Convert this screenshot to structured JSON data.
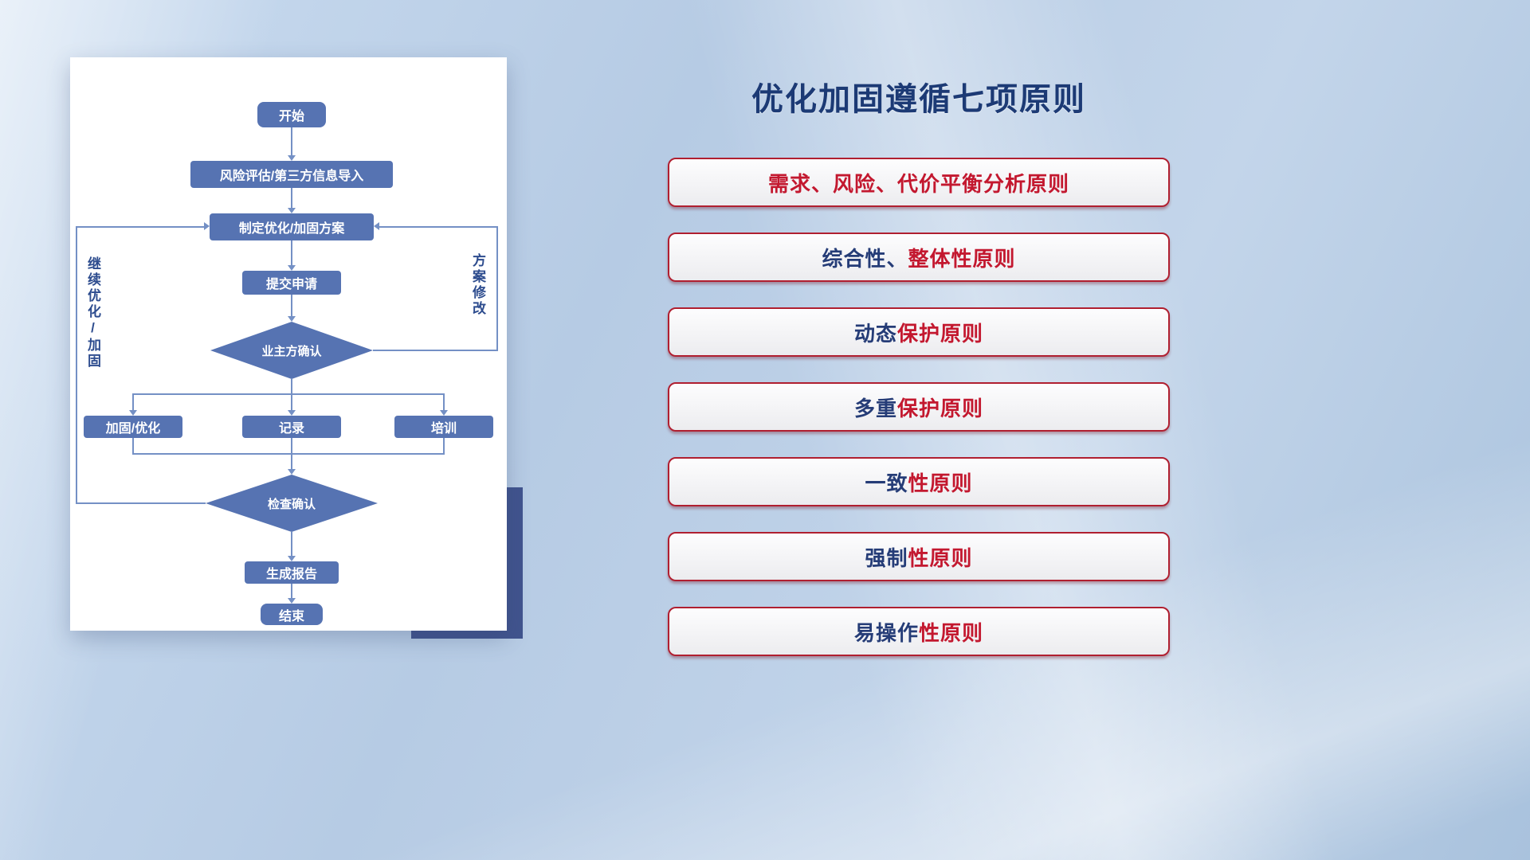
{
  "flowchart": {
    "nodes": {
      "start": "开始",
      "risk_import": "风险评估/第三方信息导入",
      "make_plan": "制定优化/加固方案",
      "submit": "提交申请",
      "owner_confirm": "业主方确认",
      "reinforce": "加固/优化",
      "record": "记录",
      "training": "培训",
      "check_confirm": "检查确认",
      "report": "生成报告",
      "end": "结束"
    },
    "loop_labels": {
      "continue_optimize": "继续优化/加固",
      "plan_revision": "方案修改"
    },
    "colors": {
      "node_fill": "#5673b2",
      "connector": "#7490c5",
      "label_text": "#2d4c8e",
      "accent_rect": "#41548e"
    }
  },
  "principles": {
    "title": "优化加固遵循七项原则",
    "items": [
      {
        "dark": "",
        "red": "需求、风险、代价平衡分析原则"
      },
      {
        "dark": "综合性、",
        "red": "整体性原则"
      },
      {
        "dark": "动态",
        "red": "保护原则"
      },
      {
        "dark": "多重",
        "red": "保护原则"
      },
      {
        "dark": "一致",
        "red": "性原则"
      },
      {
        "dark": "强制",
        "red": "性原则"
      },
      {
        "dark": "易操作",
        "red": "性原则"
      }
    ],
    "colors": {
      "title_text": "#1c3a75",
      "dark_text": "#253c77",
      "red_text": "#c3182f",
      "box_border": "#b01f30"
    }
  }
}
